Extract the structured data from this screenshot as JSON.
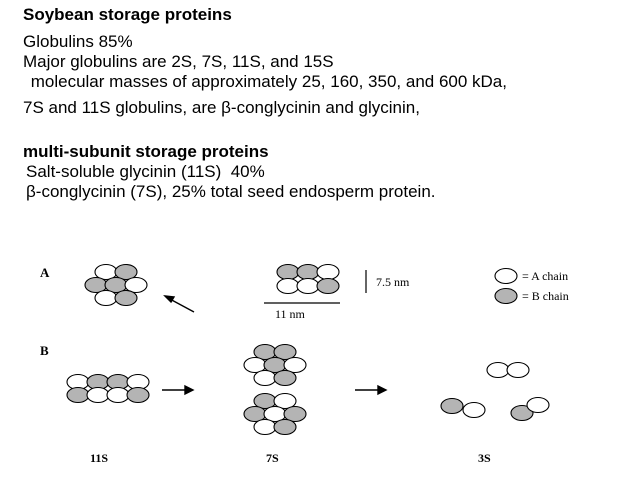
{
  "title": "Soybean storage proteins",
  "lines": [
    "Globulins 85%",
    "Major globulins are 2S, 7S, 11S, and 15S",
    " molecular masses of approximately 25, 160, 350, and 600 kDa,",
    "7S and 11S globulins, are β-conglycinin and glycinin,"
  ],
  "subtitle": "multi-subunit storage proteins",
  "sub_lines": [
    "Salt-soluble glycinin (11S)  40%",
    "β-conglycinin (7S), 25% total seed endosperm protein."
  ],
  "figure": {
    "panel_a_label": "A",
    "panel_b_label": "B",
    "scale_vertical": "7.5 nm",
    "scale_horizontal": "11 nm",
    "legend_a": "= A chain",
    "legend_b": "= B chain",
    "label_11s": "11S",
    "label_7s": "7S",
    "label_3s": "3S",
    "colors": {
      "a_chain": "#ffffff",
      "b_chain": "#b4b4b4",
      "stroke": "#000000"
    }
  }
}
